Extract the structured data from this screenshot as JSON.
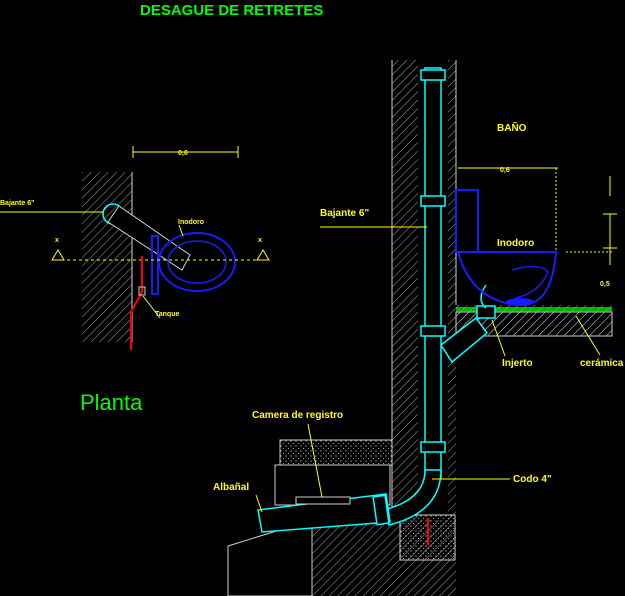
{
  "title": "DESAGUE DE RETRETES",
  "plan": {
    "heading": "Planta",
    "dim_top": "0,6",
    "bajante": "Bajante 6\"",
    "inodoro": "Inodoro",
    "tanque": "Tanque",
    "x_left": "x",
    "x_right": "x"
  },
  "section": {
    "bano": "BAÑO",
    "dim_top": "0,6",
    "bajante": "Bajante 6\"",
    "inodoro": "Inodoro",
    "dim_side": "0,5",
    "injerto": "Injerto",
    "ceramica": "cerámica",
    "camara": "Camera de registro",
    "albanal": "Albañal",
    "codo": "Codo 4\""
  },
  "colors": {
    "background": "#000000",
    "label": "#ffff00",
    "pipe": "#00ffff",
    "fixture": "#1a1aff",
    "wall": "#d0d0d0",
    "leader": "#ffff00",
    "title": "#00ff00",
    "heading": "#00ff00",
    "rebar": "#ff0000"
  }
}
